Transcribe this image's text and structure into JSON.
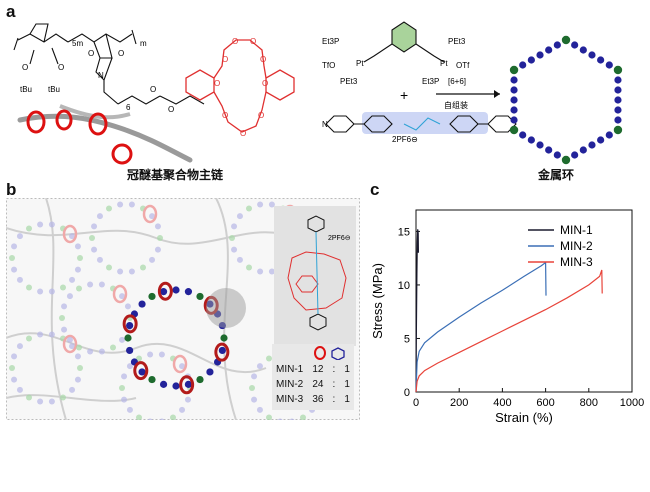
{
  "panels": {
    "a": {
      "letter": "a",
      "caption_left": "冠醚基聚合物主链",
      "caption_right": "金属环",
      "arrow_top": "[6+6]",
      "arrow_bottom": "自组装",
      "plus": "+",
      "counter_ion": "2PF6⊖",
      "labels": {
        "sub_5m": "5m",
        "sub_m": "m",
        "sub_6": "6",
        "tbu1": "tBu",
        "tbu2": "tBu",
        "pet3": "PEt3",
        "et3p": "Et3P",
        "otf": "OTf",
        "tfo": "TfO",
        "pt": "Pt",
        "n": "N",
        "o": "O"
      }
    },
    "b": {
      "letter": "b",
      "counter_ion": "2PF6⊖",
      "table": {
        "rows": [
          {
            "name": "MIN-1",
            "a": "12",
            "sep": ":",
            "b": "1"
          },
          {
            "name": "MIN-2",
            "a": "24",
            "sep": ":",
            "b": "1"
          },
          {
            "name": "MIN-3",
            "a": "36",
            "sep": ":",
            "b": "1"
          }
        ]
      }
    },
    "c": {
      "letter": "c"
    }
  },
  "colors": {
    "min1": "#1a1a2e",
    "min2": "#3b6fb6",
    "min3": "#e8443a",
    "crown": "#e03030",
    "node_blue": "#23239a",
    "node_green": "#1e6b2e"
  },
  "chart_data": {
    "type": "line",
    "xlabel": "Strain (%)",
    "ylabel": "Stress (MPa)",
    "xlim": [
      0,
      1000
    ],
    "ylim": [
      0,
      17
    ],
    "xticks": [
      0,
      200,
      400,
      600,
      800,
      1000
    ],
    "yticks": [
      0,
      5,
      10,
      15
    ],
    "legend_position": "top-right",
    "series": [
      {
        "name": "MIN-1",
        "color": "#1a1a2e",
        "x": [
          0,
          2,
          4,
          6,
          8,
          10,
          11
        ],
        "y": [
          0,
          6,
          11,
          14,
          15.2,
          14.8,
          13.0
        ]
      },
      {
        "name": "MIN-2",
        "color": "#3b6fb6",
        "x": [
          0,
          5,
          15,
          40,
          100,
          200,
          300,
          400,
          500,
          580,
          600,
          602
        ],
        "y": [
          0,
          2.8,
          3.8,
          4.6,
          5.6,
          7.0,
          8.3,
          9.5,
          10.8,
          11.8,
          12.1,
          9.0
        ]
      },
      {
        "name": "MIN-3",
        "color": "#e8443a",
        "x": [
          0,
          5,
          15,
          40,
          100,
          200,
          300,
          400,
          500,
          600,
          700,
          800,
          850,
          860,
          862
        ],
        "y": [
          0,
          1.0,
          1.5,
          2.0,
          2.7,
          3.7,
          4.7,
          5.7,
          6.7,
          7.7,
          8.8,
          10.0,
          10.8,
          11.4,
          9.2
        ]
      }
    ]
  }
}
